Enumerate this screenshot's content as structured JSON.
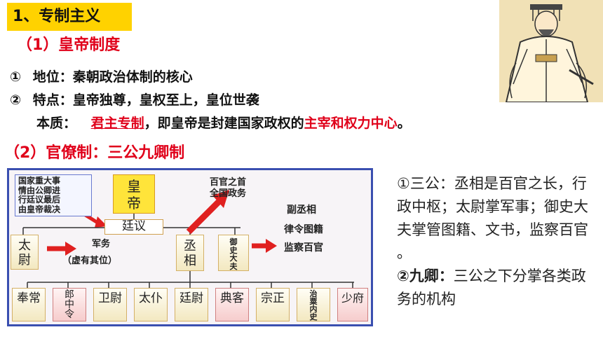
{
  "heading": "1、专制主义",
  "section1": "（1）皇帝制度",
  "points": [
    {
      "num": "①",
      "label": "地位：",
      "text": "秦朝政治体制的核心"
    },
    {
      "num": "②",
      "label": "特点：",
      "text": "皇帝独尊，皇权至上，皇位世袭"
    }
  ],
  "essence": {
    "label": "本质：",
    "highlight1": "君主专制",
    "middle": "，即皇帝是封建国家政权的",
    "highlight2": "主宰和权力中心",
    "end": "。"
  },
  "section2": "（2）官僚制：三公九卿制",
  "diagram": {
    "note_lines": [
      "国家重大事",
      "情由公卿进",
      "行廷议最后",
      "由皇帝裁决"
    ],
    "emperor": "皇帝",
    "court": "廷议",
    "chancellor_note": [
      "百官之首",
      "全国政务"
    ],
    "taiwei": "太尉",
    "taiwei_note": [
      "军务",
      "（虚有其位）"
    ],
    "chengxiang": "丞相",
    "yushi": "御史大夫",
    "yushi_note": [
      "副丞相",
      "律令图籍",
      "监察百官"
    ],
    "ministers": [
      "奉常",
      "郎中令",
      "卫尉",
      "太仆",
      "廷尉",
      "典客",
      "宗正",
      "治粟内史",
      "少府"
    ]
  },
  "side_text": {
    "p1": "①三公：丞相是百官之长，行政中枢；太尉掌军事；御史大夫掌管图籍、文书，监察百官 。",
    "p2_label": "②九卿：",
    "p2_text": "三公之下分掌各类政务的机构"
  },
  "colors": {
    "title_bg": "#ffd200",
    "red": "#e0001a",
    "frame": "#3a4fb0",
    "arrow": "#e02020"
  }
}
